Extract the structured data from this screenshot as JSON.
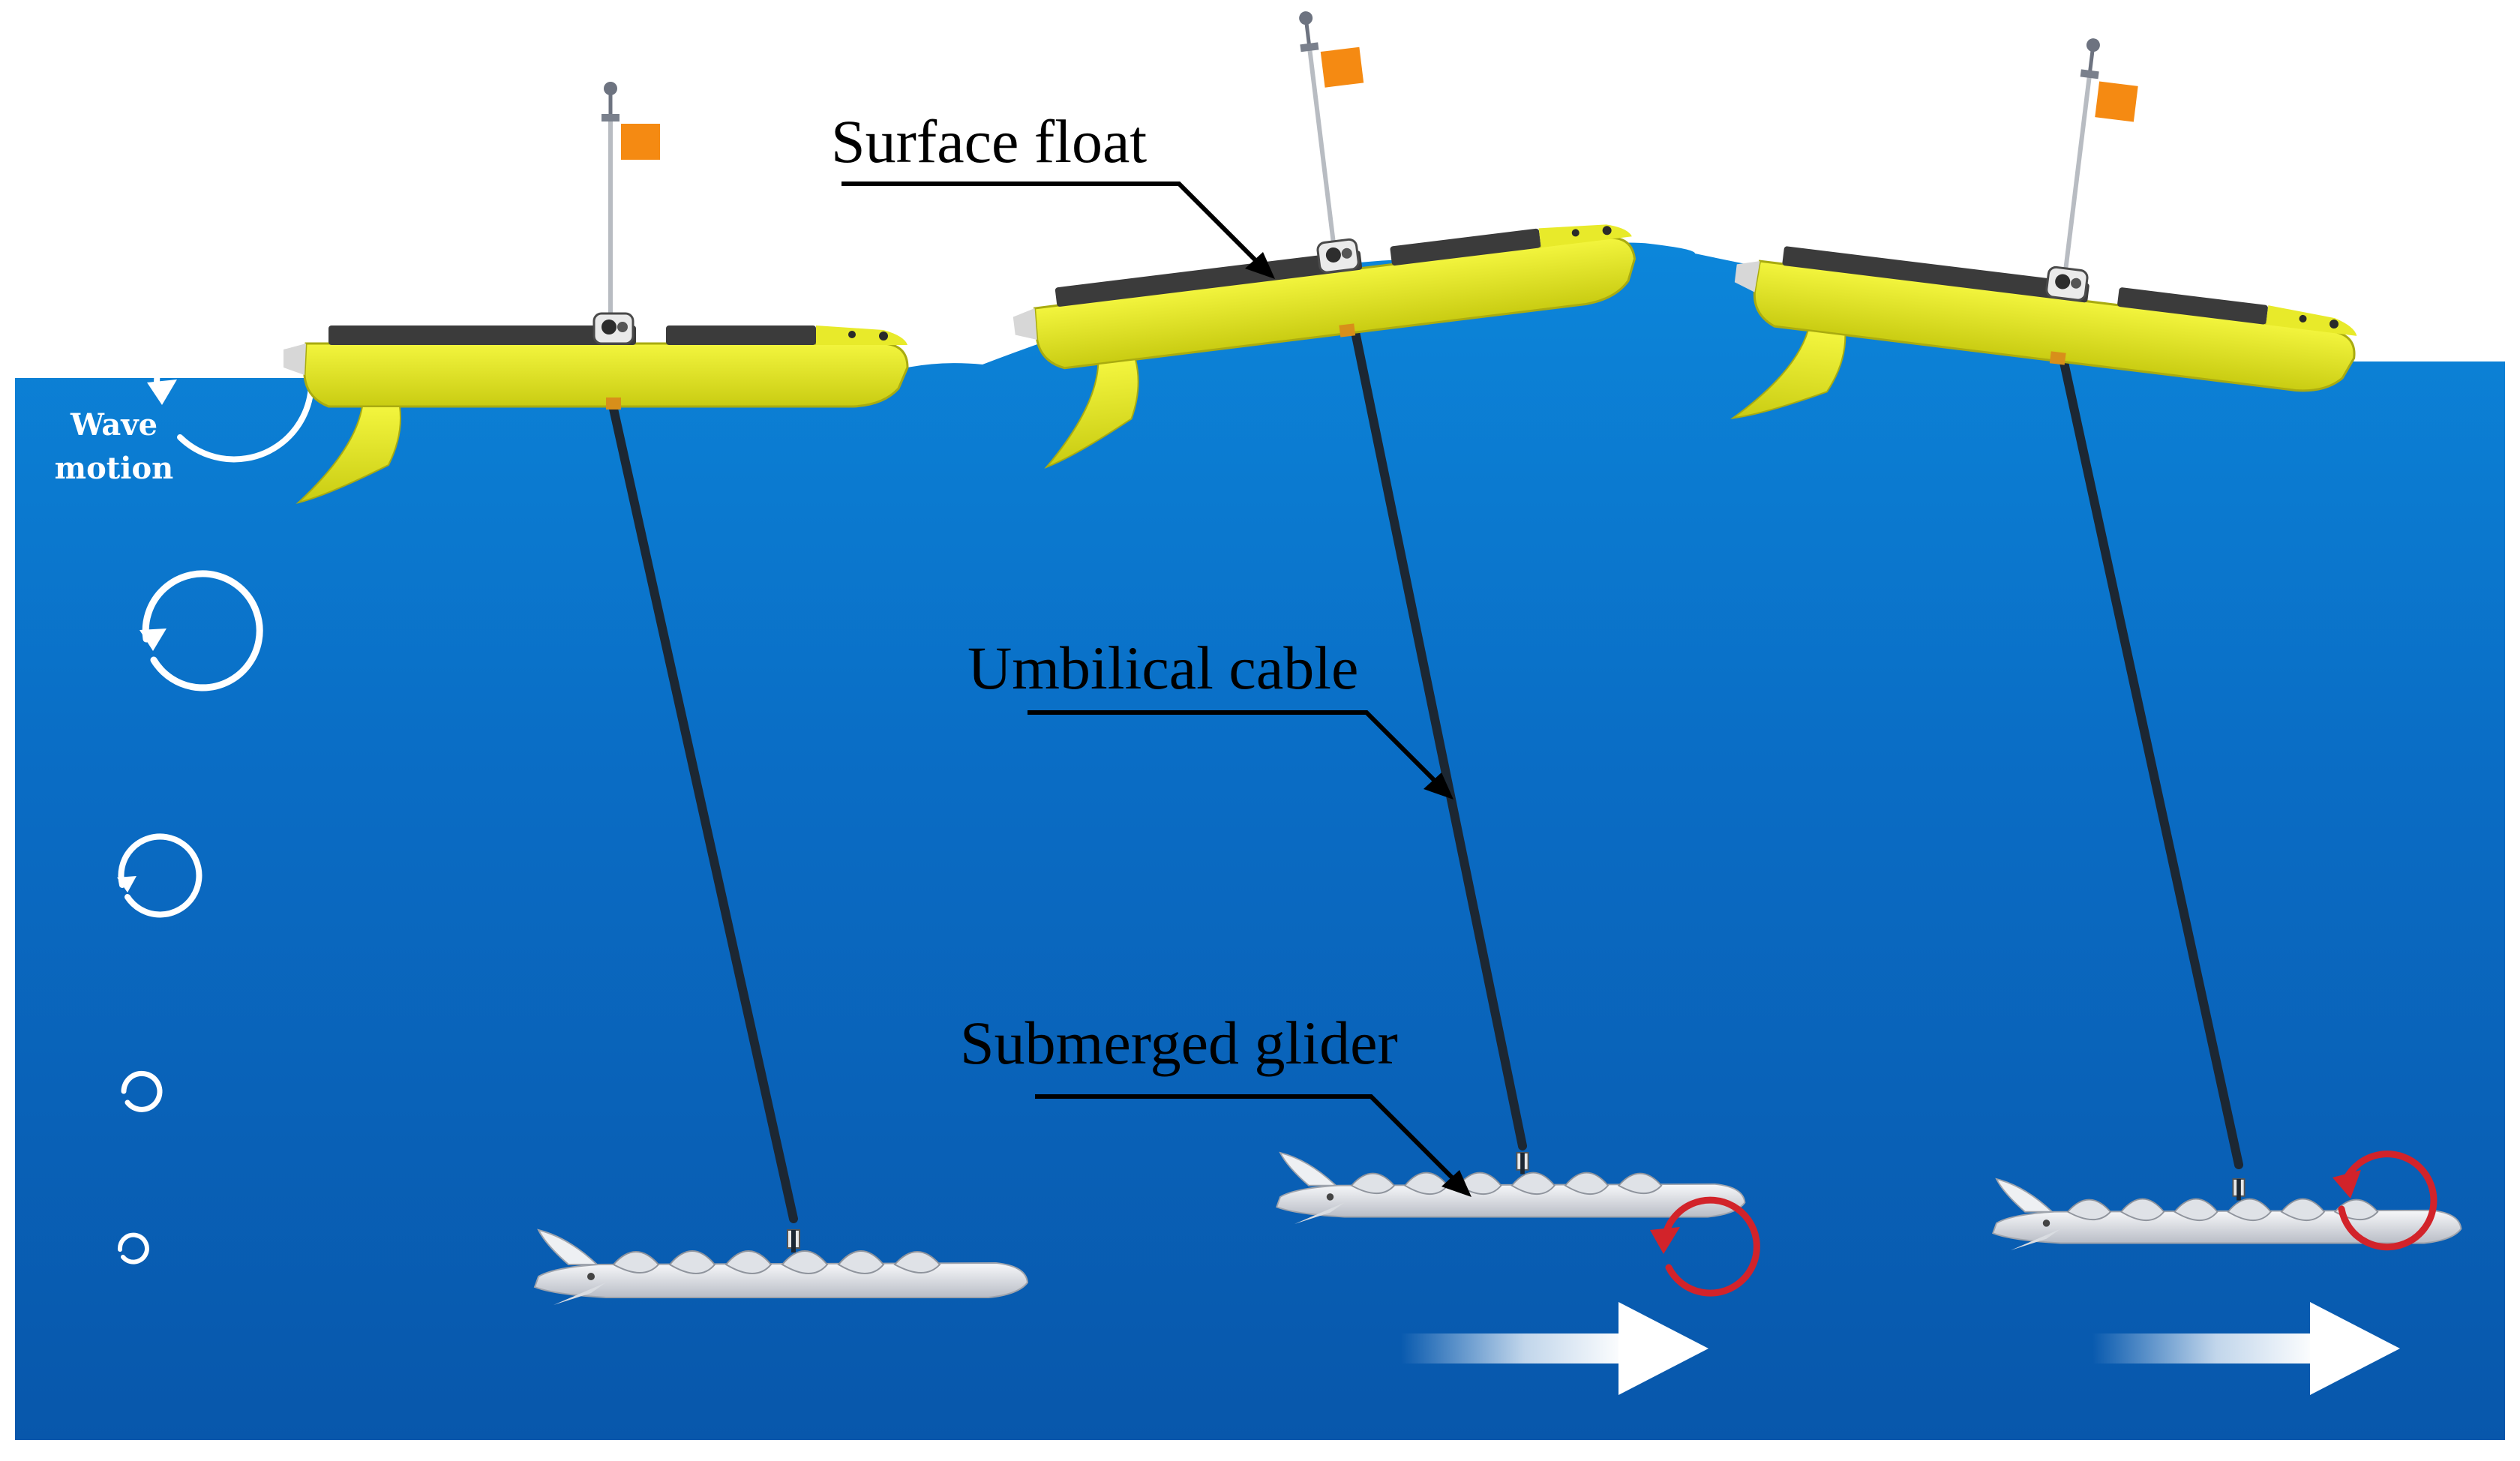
{
  "labels": {
    "surface_float": "Surface float",
    "umbilical_cable": "Umbilical cable",
    "submerged_glider": "Submerged glider",
    "wave_motion_line1": "Wave",
    "wave_motion_line2": "motion"
  },
  "colors": {
    "sky": "#ffffff",
    "sea_top": "#0a7fd4",
    "sea_bottom": "#0858ad",
    "float_hull": "#e8ea2a",
    "float_deck": "#3a3a3a",
    "flag": "#f58a12",
    "cable": "#1c2733",
    "glider": "#e4e6ea",
    "rotation_arrow": "#d2232a",
    "motion_arrow": "#ffffff"
  },
  "icons": [
    "wave-orbit-icon",
    "rotation-arrow-icon",
    "forward-arrow-icon",
    "flag-icon"
  ]
}
